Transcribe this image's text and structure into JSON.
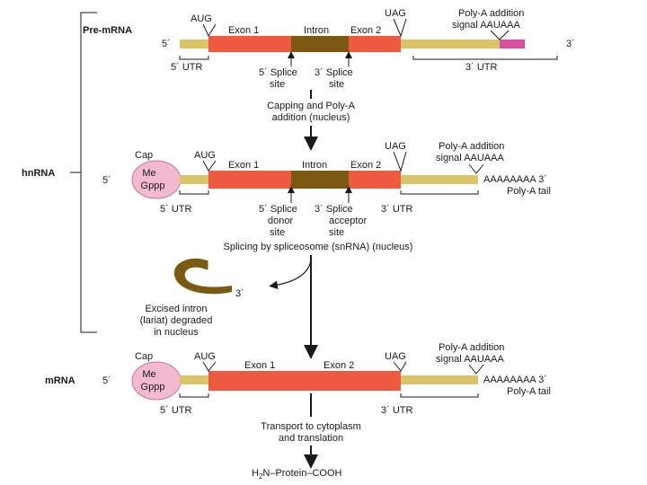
{
  "colors": {
    "utr": "#d9c46a",
    "exon": "#ee5a3f",
    "intron": "#7a5a12",
    "polyA_signal": "#d64fa0",
    "cap": "#f2b9cf",
    "lariat": "#7a5a12",
    "line": "#1a1a1a"
  },
  "labels": {
    "pre_mrna": "Pre-mRNA",
    "hnrna": "hnRNA",
    "mrna": "mRNA",
    "five_prime": "5´",
    "three_prime": "3´",
    "aug": "AUG",
    "uag": "UAG",
    "exon1": "Exon 1",
    "intron": "Intron",
    "exon2": "Exon 2",
    "polyA_signal_line1": "Poly-A addition",
    "polyA_signal_line2": "signal AAUAAA",
    "five_utr": "5´ UTR",
    "three_utr": "3´ UTR",
    "five_splice_line1": "5´ Splice",
    "three_splice_line1": "3´ Splice",
    "site": "site",
    "donor": "donor",
    "acceptor": "acceptor",
    "cap": "Cap",
    "me": "Me",
    "gppp": "Gppp",
    "polyA_tail_seq": "AAAAAAAA 3´",
    "polyA_tail": "Poly-A tail",
    "excised_line1": "Excised intron",
    "excised_line2": "(lariat) degraded",
    "excised_line3": "in nucleus"
  },
  "steps": {
    "capping_line1": "Capping and Poly-A",
    "capping_line2": "addition (nucleus)",
    "splicing": "Splicing by spliceosome (snRNA) (nucleus)",
    "transport_line1": "Transport to cytoplasm",
    "transport_line2": "and translation"
  },
  "product": {
    "h": "H",
    "sub2": "2",
    "rest": "N–Protein–COOH"
  }
}
